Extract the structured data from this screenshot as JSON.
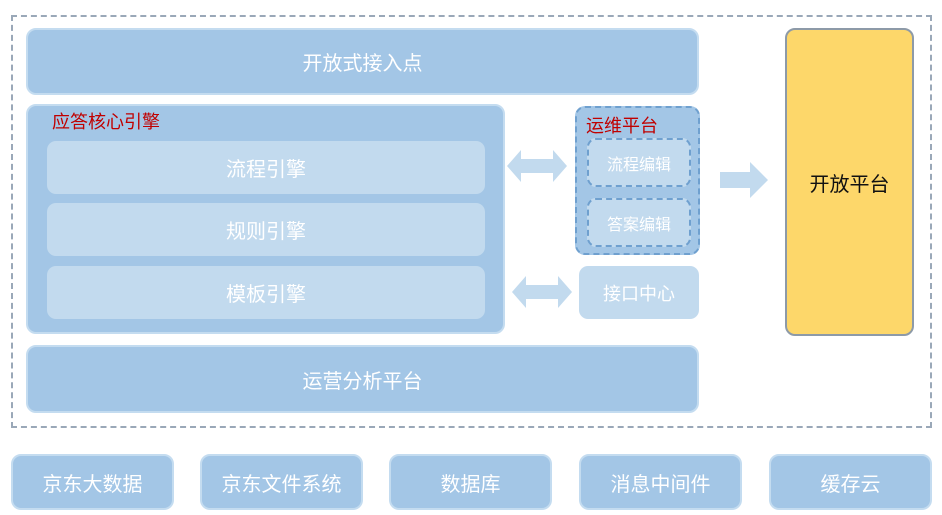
{
  "diagram": {
    "open_access_point": "开放式接入点",
    "core_engine": {
      "title": "应答核心引擎",
      "engines": [
        "流程引擎",
        "规则引擎",
        "模板引擎"
      ]
    },
    "ops_platform": {
      "title": "运维平台",
      "items": [
        "流程编辑",
        "答案编辑"
      ]
    },
    "interface_center": "接口中心",
    "open_platform": "开放平台",
    "analytics_platform": "运营分析平台",
    "infrastructure": [
      "京东大数据",
      "京东文件系统",
      "数据库",
      "消息中间件",
      "缓存云"
    ]
  },
  "colors": {
    "block_fill": "#a3c6e6",
    "inner_fill": "#c2daee",
    "label_red": "#c00000",
    "open_platform_fill": "#fdd76a",
    "arrow_fill": "#c2daee"
  }
}
